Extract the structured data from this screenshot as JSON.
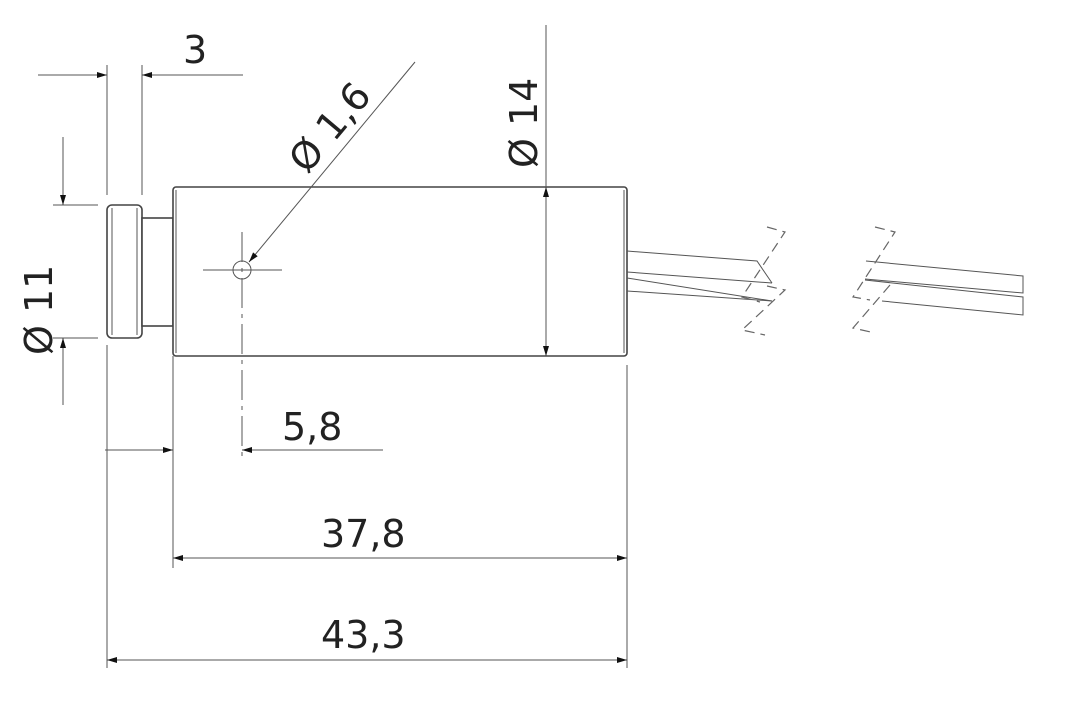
{
  "drawing": {
    "dimensions": {
      "cap_width": "3",
      "cap_diameter": "Ø 11",
      "aperture_diameter": "Ø 1,6",
      "body_diameter": "Ø 14",
      "aperture_offset": "5,8",
      "body_length": "37,8",
      "total_length": "43,3"
    },
    "line_color": "#444444"
  }
}
